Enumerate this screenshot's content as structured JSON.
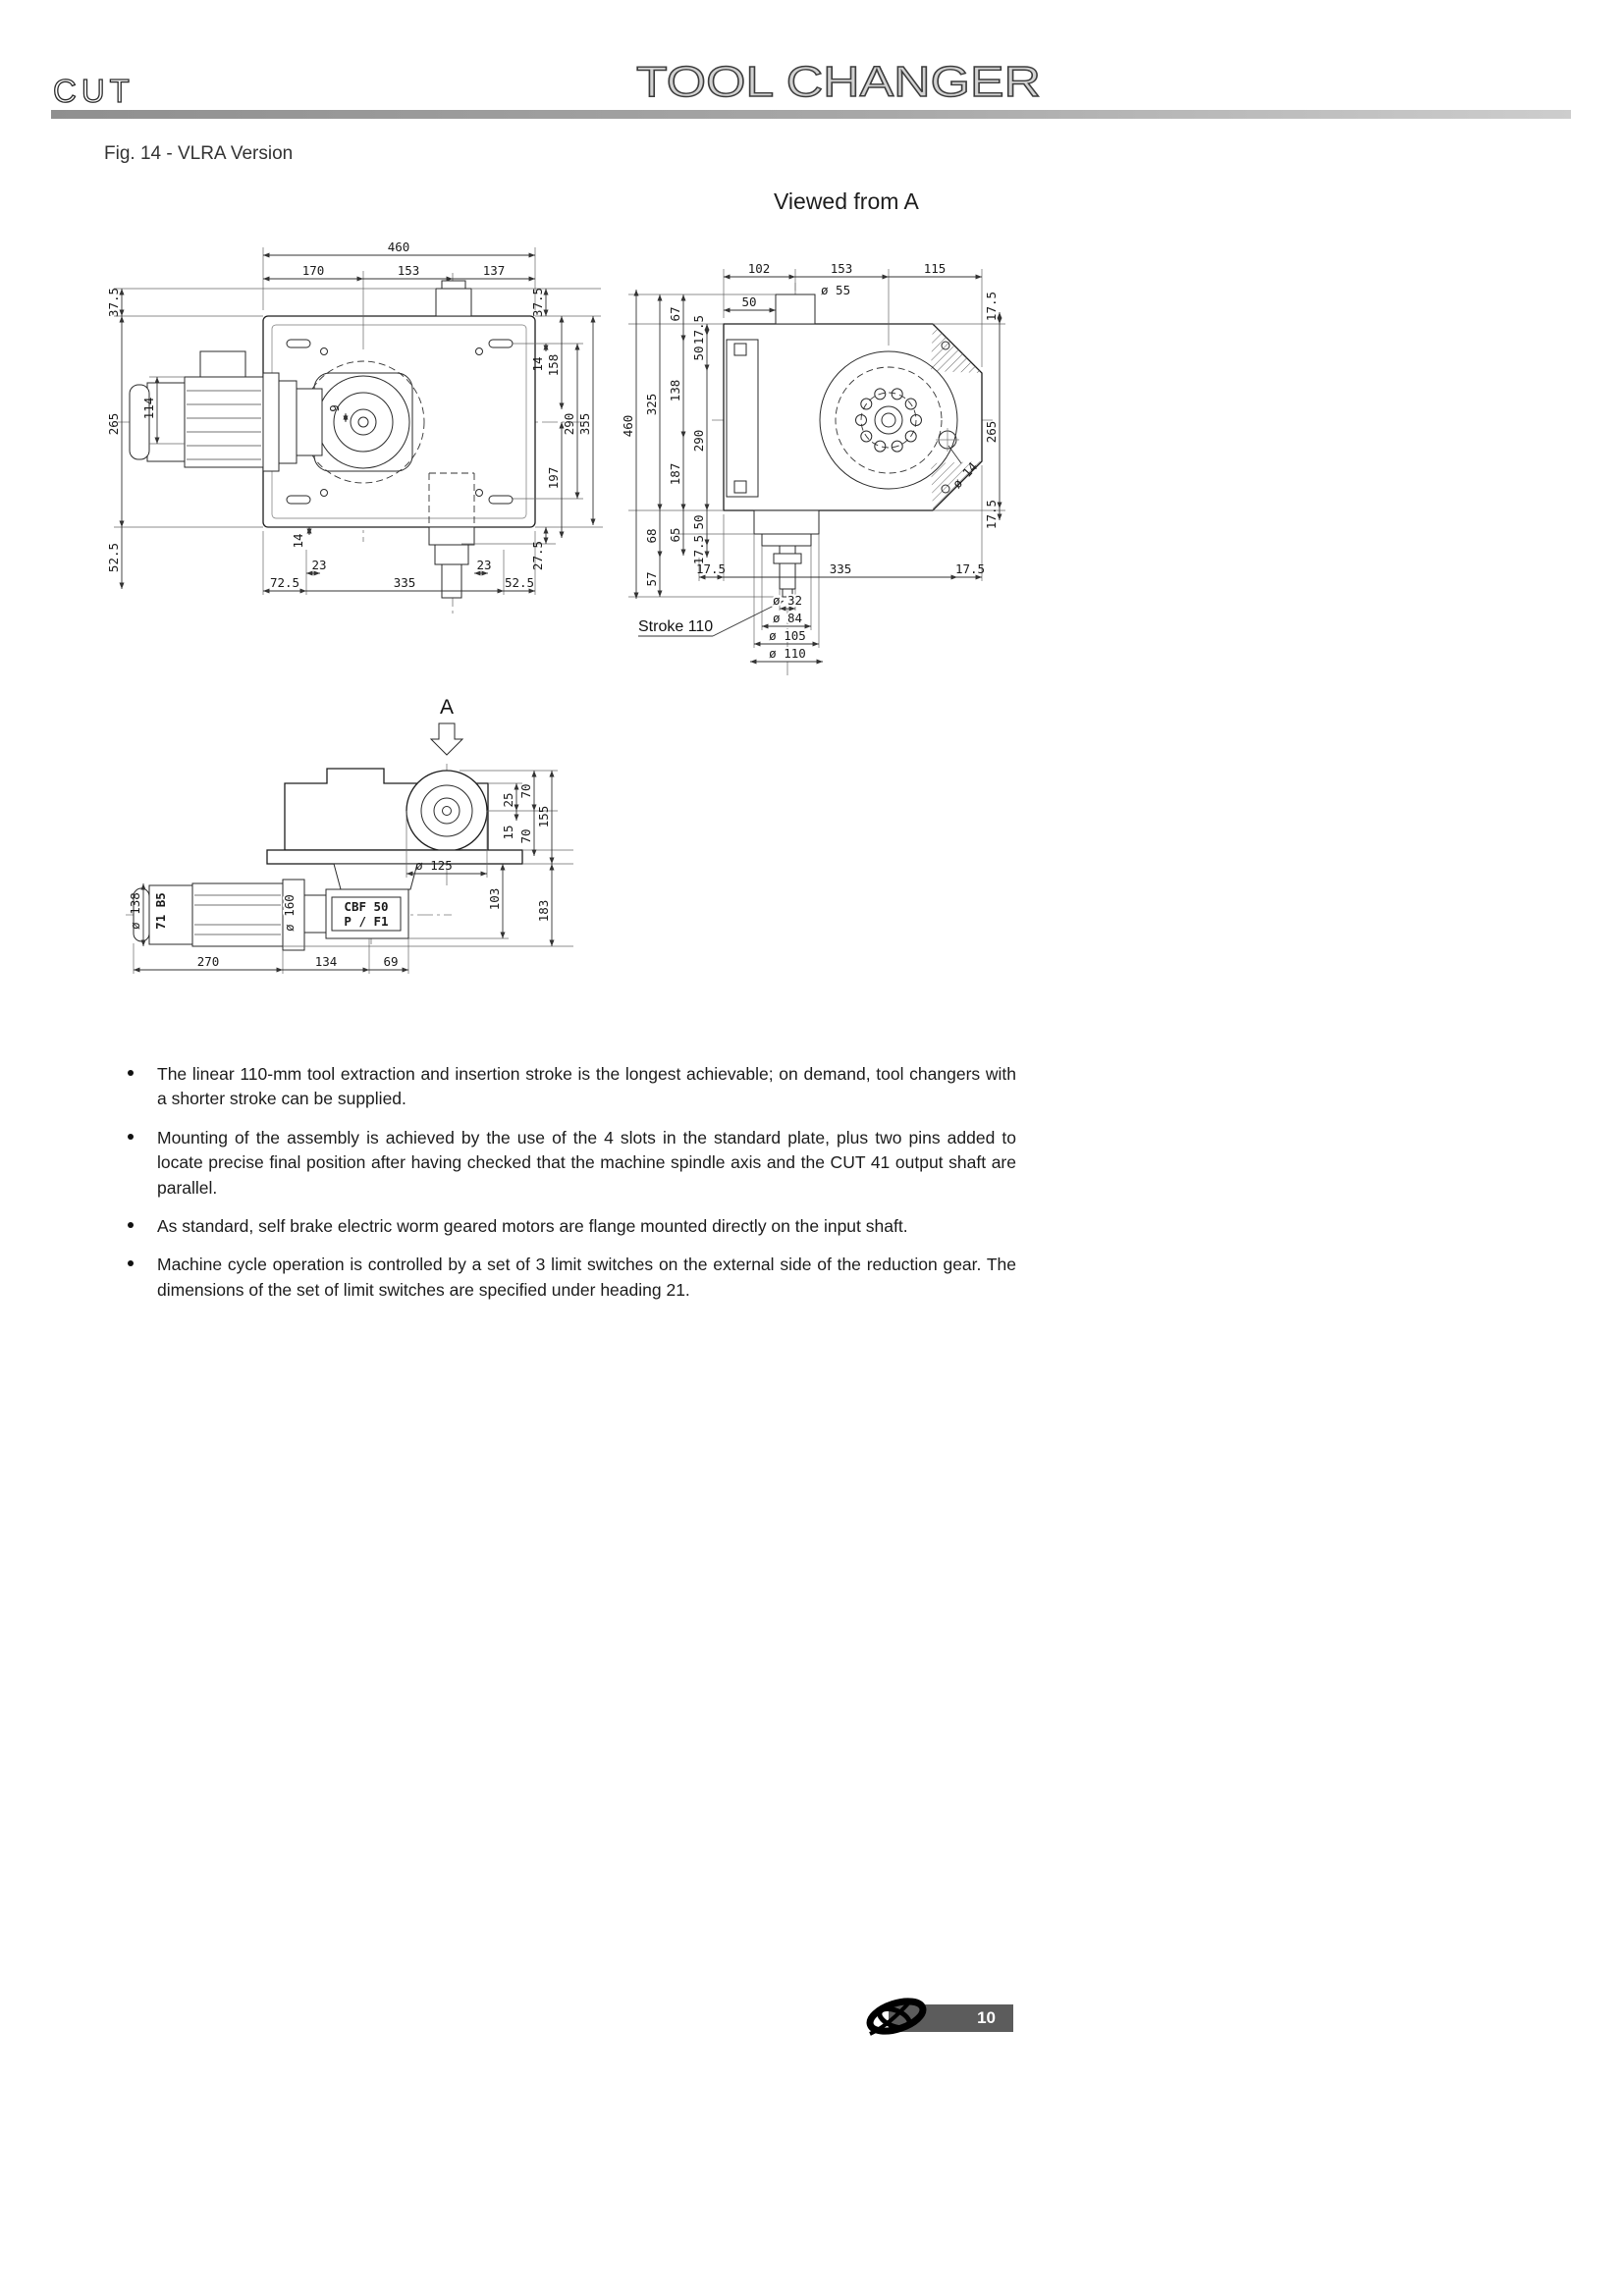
{
  "header": {
    "brand": "CUT",
    "title": "TOOL CHANGER"
  },
  "figure": {
    "caption": "Fig. 14 - VLRA  Version",
    "viewed_from_label": "Viewed from  A",
    "section_label": "A"
  },
  "front_view": {
    "overall_width": "460",
    "top_chain": [
      "170",
      "153",
      "137"
    ],
    "left": {
      "top_offset": "37.5",
      "motor_height": "114",
      "overall_height": "265",
      "bottom_offset": "52.5"
    },
    "lower_left_offset": "14",
    "key_offset": "9",
    "slot_offset_left": "23",
    "slot_offset_right": "23",
    "bottom_chain": [
      "72.5",
      "335",
      "52.5"
    ],
    "right": [
      "37.5",
      "14",
      "158",
      "290",
      "355",
      "197",
      "27.5"
    ]
  },
  "side_view": {
    "top_chain": [
      "102",
      "153",
      "115"
    ],
    "shaft_dia": "ø 55",
    "shaft_offset": "50",
    "left": [
      "67",
      "17.5",
      "50",
      "138",
      "325",
      "460",
      "290",
      "187",
      "50",
      "65",
      "17.5",
      "68",
      "57"
    ],
    "bottom_chain": [
      "17.5",
      "335",
      "17.5"
    ],
    "diameters": [
      "ø 32",
      "ø 84",
      "ø 105",
      "ø 110"
    ],
    "right": [
      "17.5",
      "265",
      "17.5"
    ],
    "hole_dia": "ø 14",
    "stroke_label": "Stroke 110"
  },
  "bottom_view": {
    "right_top": [
      "25",
      "70",
      "155",
      "15",
      "70"
    ],
    "boss_dia": "ø 125",
    "right_bottom": [
      "103",
      "183"
    ],
    "left": [
      "ø 138",
      "71 B5",
      "ø 160"
    ],
    "motor_label": [
      "CBF 50",
      "P / F1"
    ],
    "bottom_chain": [
      "270",
      "134",
      "69"
    ]
  },
  "bullets": [
    "The linear 110-mm tool extraction and insertion stroke is the longest achievable; on demand, tool changers with a shorter stroke can be supplied.",
    "Mounting of the assembly is achieved by the use of the 4 slots in the standard plate, plus two pins added to locate precise final position after having checked that the machine spindle axis and the CUT 41 output shaft are parallel.",
    "As standard, self brake electric worm geared motors are flange mounted directly on the input shaft.",
    "Machine cycle operation is controlled by a set of 3 limit switches on the external side of the reduction gear. The dimensions of the set of limit switches are specified under heading 21."
  ],
  "footer": {
    "page": "10"
  }
}
